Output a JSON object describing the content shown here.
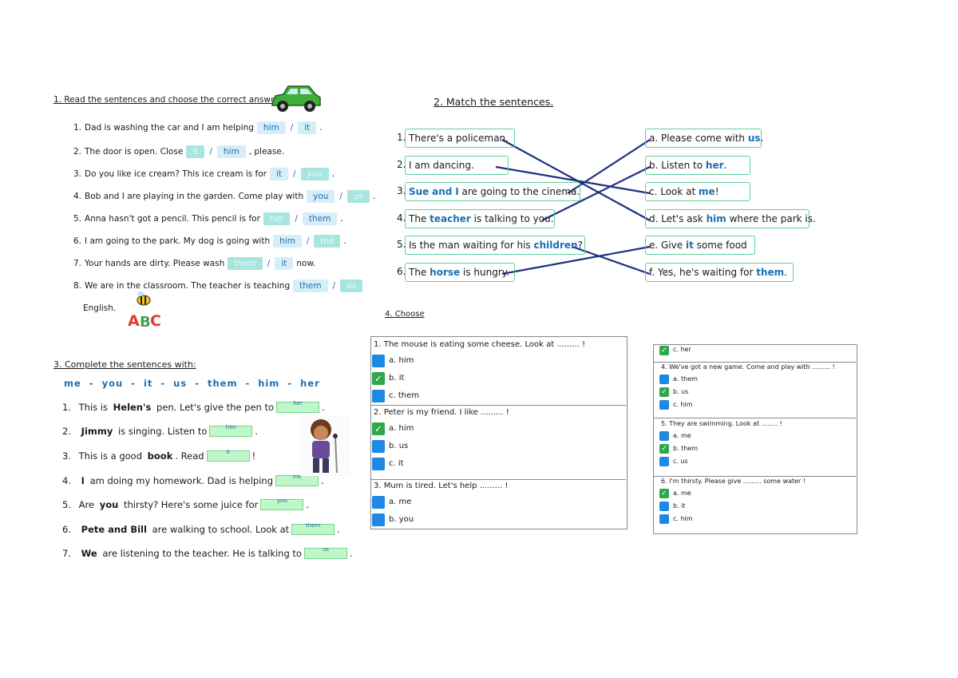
{
  "s1": {
    "title": "1. Read the sentences and choose the correct answer.",
    "items": [
      {
        "n": "1.",
        "pre": "Dad is washing the car and I am helping",
        "a": "him",
        "b": "it",
        "post": "."
      },
      {
        "n": "2.",
        "pre": "The door is open. Close",
        "a": "it",
        "b": "him",
        "post": ", please."
      },
      {
        "n": "3.",
        "pre": "Do you like ice cream? This ice cream is for",
        "a": "it",
        "b": "you",
        "post": "."
      },
      {
        "n": "4.",
        "pre": "Bob and I are playing in the garden. Come play with",
        "a": "you",
        "b": "us",
        "post": "."
      },
      {
        "n": "5.",
        "pre": "Anna hasn't got a pencil. This pencil is for",
        "a": "her",
        "b": "them",
        "post": "."
      },
      {
        "n": "6.",
        "pre": "I am going to the park. My dog is going with",
        "a": "him",
        "b": "me",
        "post": "."
      },
      {
        "n": "7.",
        "pre": "Your hands are dirty. Please wash",
        "a": "them",
        "b": "it",
        "post": "now."
      },
      {
        "n": "8.",
        "pre": "We are in the classroom. The teacher is teaching",
        "a": "them",
        "b": "us",
        "post": ""
      }
    ],
    "last": "English.",
    "abc": "ABC"
  },
  "s2": {
    "title": "2. Match the sentences.",
    "left": [
      {
        "n": "1.",
        "t": "There's a policeman."
      },
      {
        "n": "2.",
        "t": "I am dancing."
      },
      {
        "n": "3.",
        "b1": "Sue",
        "m": "and",
        "b2": "I",
        "t": "are going to the cinema."
      },
      {
        "n": "4.",
        "pre": "The",
        "b": "teacher",
        "t": "is talking to you."
      },
      {
        "n": "5.",
        "pre": "Is the man waiting for his",
        "b": "children",
        "t": "?"
      },
      {
        "n": "6.",
        "pre": "The",
        "b": "horse",
        "t": "is hungry."
      }
    ],
    "right": [
      {
        "pre": "a. Please come with",
        "b": "us",
        "post": "."
      },
      {
        "pre": "b. Listen to",
        "b": "her",
        "post": "."
      },
      {
        "pre": "c. Look at",
        "b": "me",
        "post": "!"
      },
      {
        "pre": "d. Let's ask",
        "b": "him",
        "post": "where the park is."
      },
      {
        "pre": "e. Give",
        "b": "it",
        "post": "some food"
      },
      {
        "pre": "f. Yes, he's waiting for",
        "b": "them",
        "post": "."
      }
    ],
    "colors": {
      "line": "#1d2f80",
      "border": "#5ed19c"
    }
  },
  "s3": {
    "title": "3. Complete the sentences with:",
    "bank": "me  -  you  -  it  -  us  -  them  -  him  -  her",
    "items": [
      {
        "n": "1.",
        "parts": [
          "This is ",
          "Helen's",
          " pen. Let's give the pen to"
        ],
        "ans": "her",
        "post": "."
      },
      {
        "n": "2.",
        "parts": [
          "",
          "Jimmy",
          " is singing. Listen to"
        ],
        "ans": "him",
        "post": "."
      },
      {
        "n": "3.",
        "parts": [
          "This is a good ",
          "book",
          ". Read"
        ],
        "ans": "it",
        "post": "!"
      },
      {
        "n": "4.",
        "parts": [
          "",
          "I",
          " am doing my homework. Dad is helping"
        ],
        "ans": "me",
        "post": "."
      },
      {
        "n": "5.",
        "parts": [
          "Are ",
          "you",
          " thirsty? Here's some juice for"
        ],
        "ans": "you",
        "post": "."
      },
      {
        "n": "6.",
        "parts": [
          "",
          "Pete and Bill",
          " are walking to school. Look at"
        ],
        "ans": "them",
        "post": "."
      },
      {
        "n": "7.",
        "parts": [
          "",
          "We",
          " are listening to the teacher. He is talking to"
        ],
        "ans": "us",
        "post": "."
      }
    ]
  },
  "s4": {
    "title": "4. Choose",
    "left": [
      {
        "q": "1.  The mouse is eating some cheese. Look at ......... !",
        "opts": [
          {
            "t": "a.  him",
            "c": false
          },
          {
            "t": "b.  it",
            "c": true
          },
          {
            "t": "c.  them",
            "c": false
          }
        ]
      },
      {
        "q": "2. Peter is my friend. I like ......... !",
        "opts": [
          {
            "t": "a.  him",
            "c": true
          },
          {
            "t": "b.  us",
            "c": false
          },
          {
            "t": "c.  it",
            "c": false
          }
        ]
      },
      {
        "q": "3. Mum is tired. Let's help ......... !",
        "opts": [
          {
            "t": "a.  me",
            "c": false
          },
          {
            "t": "b.  you",
            "c": false
          }
        ]
      }
    ],
    "right_top": {
      "t": "c.  her",
      "c": true
    },
    "right": [
      {
        "q": "4.  We've got a new game. Come and play with ......... !",
        "opts": [
          {
            "t": "a.  them",
            "c": false
          },
          {
            "t": "b.  us",
            "c": true
          },
          {
            "t": "c.  him",
            "c": false
          }
        ]
      },
      {
        "q": "5.  They are swimming. Look at ........ !",
        "opts": [
          {
            "t": "a.  me",
            "c": false
          },
          {
            "t": "b.  them",
            "c": true
          },
          {
            "t": "c.  us",
            "c": false
          }
        ]
      },
      {
        "q": "6.  I'm thirsty. Please give ......... some water !",
        "opts": [
          {
            "t": "a.  me",
            "c": true
          },
          {
            "t": "b.  it",
            "c": false
          },
          {
            "t": "c.  him",
            "c": false
          }
        ]
      }
    ],
    "check_glyph": "✓"
  }
}
